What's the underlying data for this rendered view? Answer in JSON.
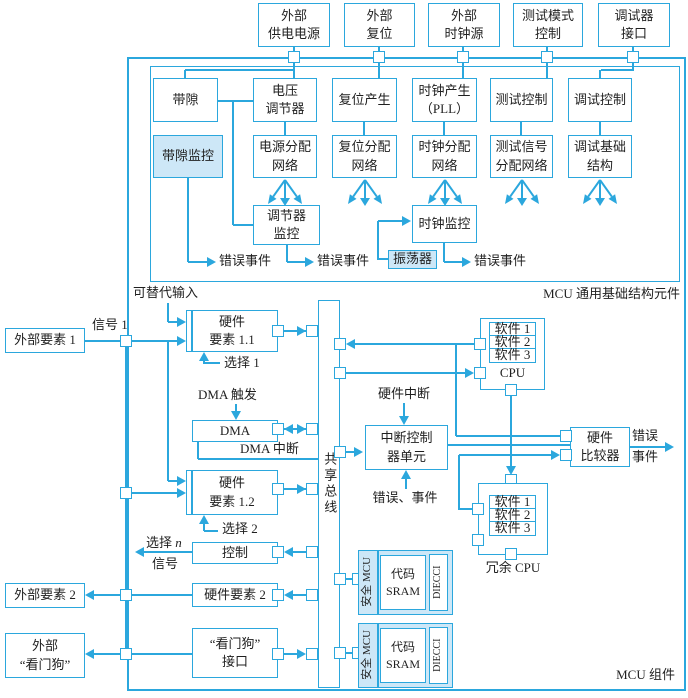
{
  "colors": {
    "accent": "#2ba7dd",
    "fill": "#cde7f7",
    "text": "#1f1f1f"
  },
  "top_sources": {
    "power": "外部\n供电电源",
    "reset": "外部\n复位",
    "clock": "外部\n时钟源",
    "test_mode": "测试模式\n控制",
    "debugger": "调试器\n接口"
  },
  "infra": {
    "frame_label": "MCU 通用基础结构元件",
    "bandgap": "带隙",
    "voltage_regulator": "电压\n调节器",
    "reset_gen": "复位产生",
    "clock_gen": "时钟产生\n（PLL）",
    "test_ctrl": "测试控制",
    "debug_ctrl": "调试控制",
    "bandgap_monitor": "带隙监控",
    "power_dist": "电源分配\n网络",
    "reset_dist": "复位分配\n网络",
    "clock_dist": "时钟分配\n网络",
    "test_dist": "测试信号\n分配网络",
    "debug_infra": "调试基础\n结构",
    "regulator_monitor": "调节器\n监控",
    "clock_monitor": "时钟监控",
    "oscillator": "振荡器",
    "error_event_1": "错误事件",
    "error_event_2": "错误事件",
    "error_event_3": "错误事件"
  },
  "mcu": {
    "frame_label": "MCU 组件",
    "bus": "共享总线",
    "alt_input": "可替代输入",
    "signal1": "信号 1",
    "ext_element1": "外部要素 1",
    "hw_element11": "硬件\n要素 1.1",
    "select1": "选择 1",
    "dma_trigger": "DMA 触发",
    "dma": "DMA",
    "dma_interrupt": "DMA 中断",
    "hw_element12": "硬件\n要素 1.2",
    "select2": "选择 2",
    "control": "控制",
    "select_n_prefix": "选择 ",
    "select_n_var": "n",
    "select_n_line2": "信号",
    "ext_element2": "外部要素 2",
    "hw_element2": "硬件要素 2",
    "ext_watchdog": "外部\n“看门狗”",
    "watchdog_if": "“看门狗”\n接口",
    "hw_interrupt": "硬件中断",
    "icu": "中断控制\n器单元",
    "error_event_in": "错误、事件",
    "cpu": {
      "sw1": "软件 1",
      "sw2": "软件 2",
      "sw3": "软件 3",
      "label": "CPU"
    },
    "redundant_cpu": {
      "sw1": "软件 1",
      "sw2": "软件 2",
      "sw3": "软件 3",
      "label": "冗余 CPU"
    },
    "comparator": "硬件\n比较器",
    "error_out_line1": "错误",
    "error_out_line2": "事件",
    "sram1": {
      "safe": "安全 MCU",
      "code": "代码\nSRAM",
      "ecc": "DIECCI"
    },
    "sram2": {
      "safe": "安全 MCU",
      "code": "代码\nSRAM",
      "ecc": "DIECCI"
    }
  }
}
